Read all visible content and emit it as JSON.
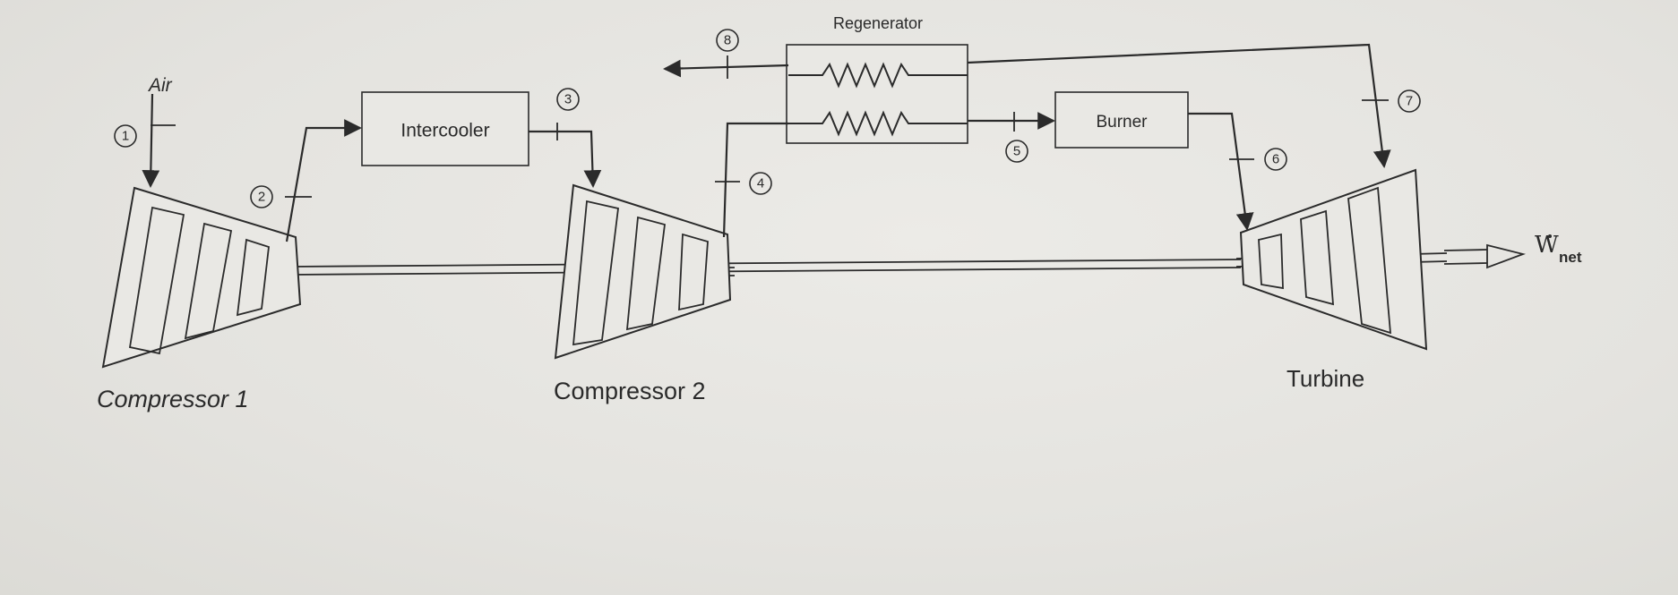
{
  "labels": {
    "air": "Air",
    "intercooler": "Intercooler",
    "regenerator": "Regenerator",
    "burner": "Burner",
    "compressor1": "Compressor 1",
    "compressor2": "Compressor 2",
    "turbine": "Turbine",
    "work_symbol": "W",
    "work_subscript": "net"
  },
  "states": [
    "1",
    "2",
    "3",
    "4",
    "5",
    "6",
    "7",
    "8"
  ],
  "colors": {
    "line": "#2b2b2b",
    "paper": "#e6e5e1"
  }
}
